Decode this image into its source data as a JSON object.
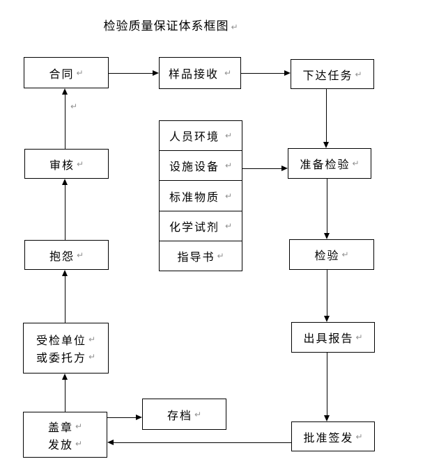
{
  "title": "检验质量保证体系框图",
  "marks": {
    "pilcrow": "↵"
  },
  "colors": {
    "line": "#000000",
    "text": "#000000",
    "pilcrow": "#909090",
    "background": "#ffffff"
  },
  "nodes": {
    "contract": "合同",
    "sample_receiving": "样品接收",
    "assign_task": "下达任务",
    "prepare_inspection": "准备检验",
    "inspection": "检验",
    "issue_report": "出具报告",
    "approve_sign": "批准签发",
    "review": "审核",
    "complaint": "抱怨",
    "client": {
      "line1": "受检单位",
      "line2": "或委托方"
    },
    "stamp_issue": {
      "line1": "盖章",
      "line2": "发放"
    },
    "archive": "存档",
    "resources": [
      "人员环境",
      "设施设备",
      "标准物质",
      "化学试剂",
      "指导书"
    ]
  }
}
